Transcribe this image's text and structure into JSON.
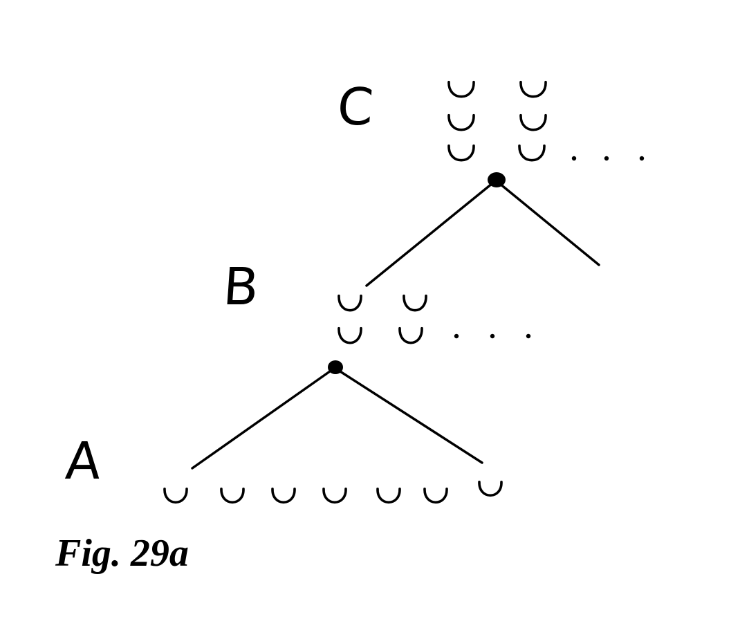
{
  "figure": {
    "caption": "Fig. 29a",
    "levels": [
      {
        "id": "A",
        "label": "A"
      },
      {
        "id": "B",
        "label": "B"
      },
      {
        "id": "C",
        "label": "C"
      }
    ],
    "ellipsis_b": "...",
    "ellipsis_c": "...",
    "ink_color": "#000000",
    "background_color": "#ffffff"
  }
}
